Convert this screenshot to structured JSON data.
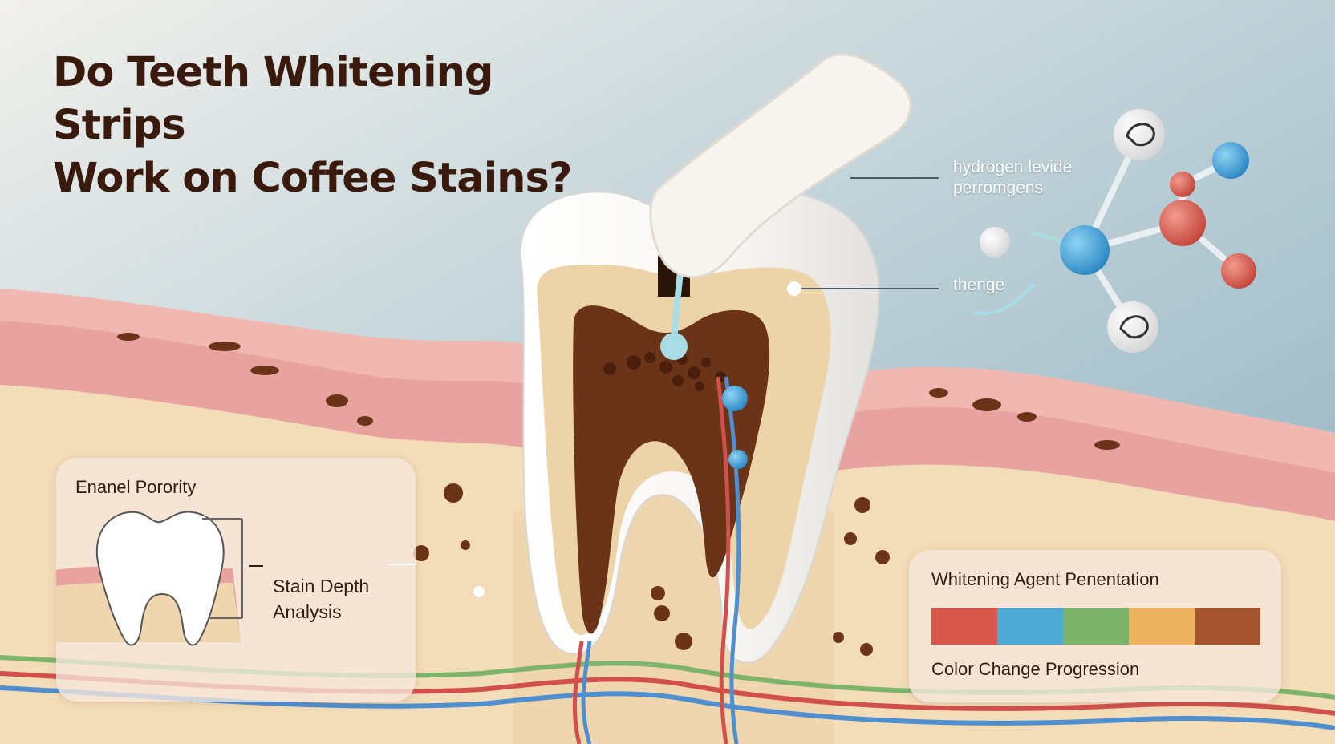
{
  "title": {
    "line1": "Do Teeth Whitening Strips",
    "line2": "Work on Coffee Stains?"
  },
  "callouts": {
    "strip_line1": "hydrogen levide",
    "strip_line2": "perromgens",
    "enamel": "thenge"
  },
  "left_panel": {
    "heading": "Enanel Porority",
    "label_line1": "Stain Depth",
    "label_line2": "Analysis"
  },
  "right_panel": {
    "heading": "Whitening Agent Penentation",
    "caption": "Color Change Progression",
    "color_steps": [
      "#d9564c",
      "#4da9d6",
      "#7db46a",
      "#eeb35e",
      "#a5522e"
    ]
  },
  "colors": {
    "title": "#3a1a0c",
    "gum": "#e8a3a0",
    "bone": "#f3dcb8",
    "enamel": "#fbfbfa",
    "dentin": "#edd3a8",
    "pulp": "#6b3418",
    "vessel_red": "#d2504c",
    "vessel_blue": "#4f8fcf",
    "molecule_red": "#d9564c",
    "molecule_blue": "#3aa0d6"
  }
}
